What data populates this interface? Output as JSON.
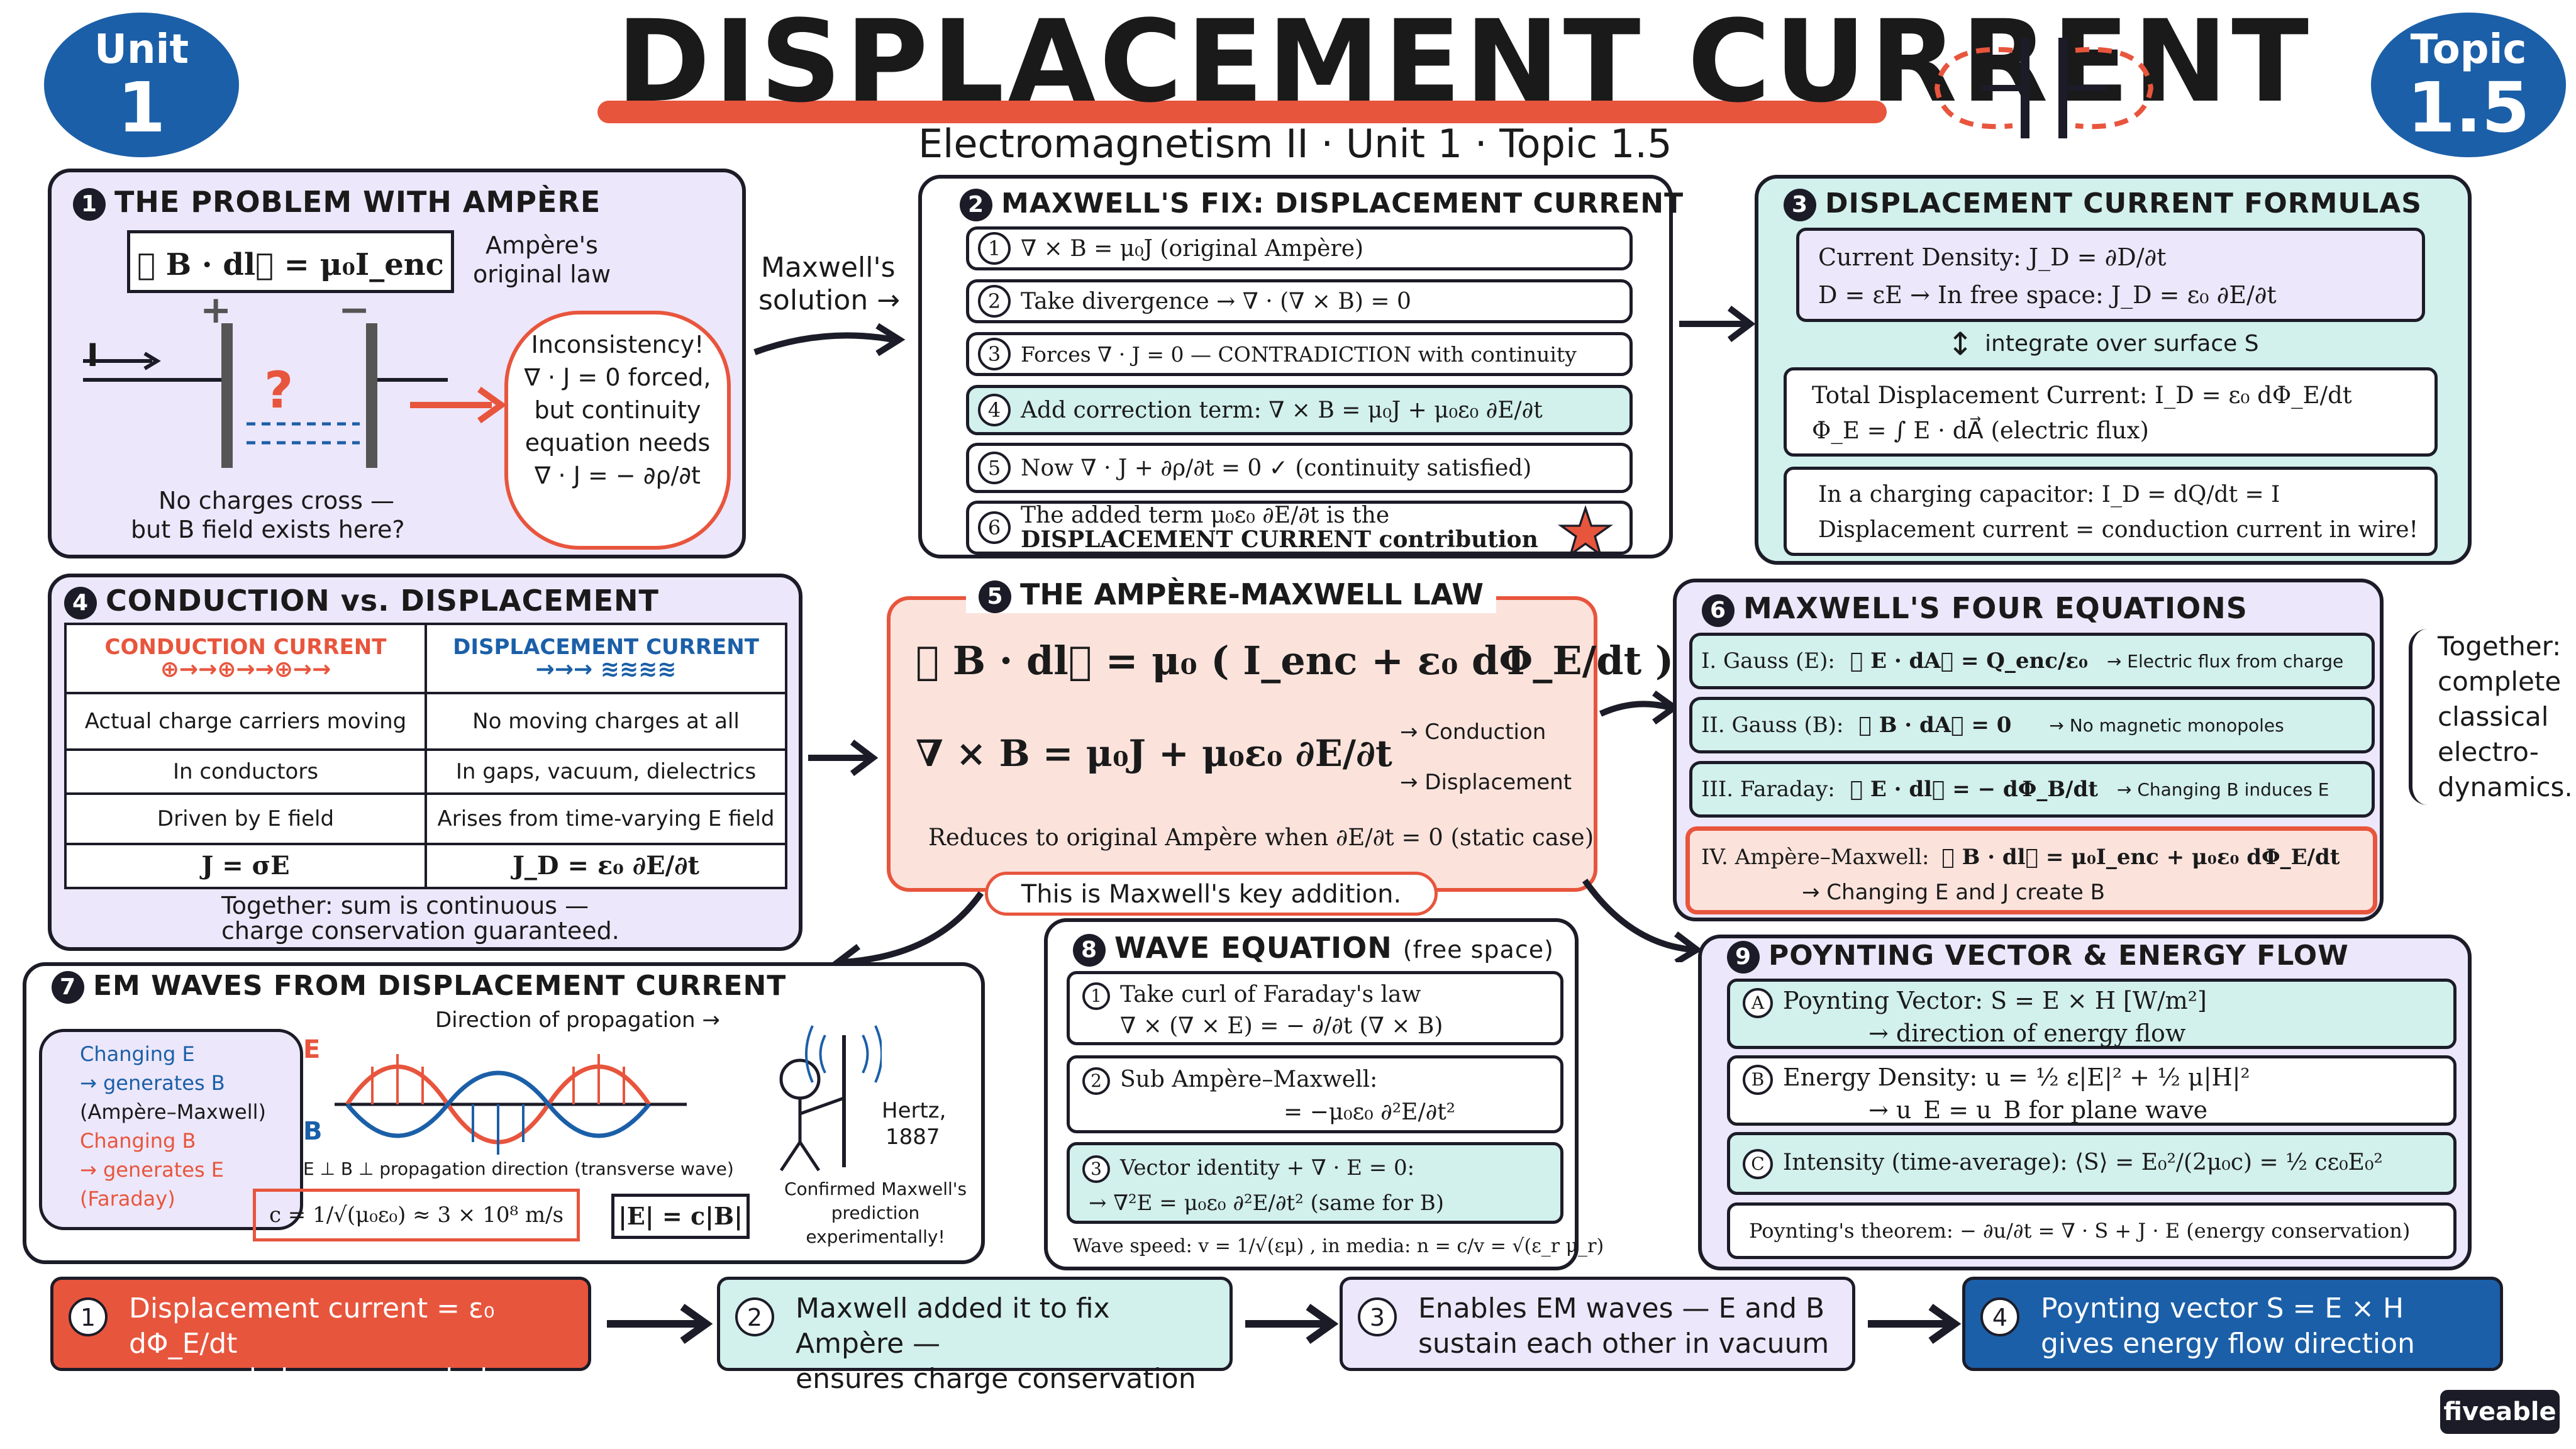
{
  "header": {
    "title": "DISPLACEMENT CURRENT",
    "subtitle": "Electromagnetism II · Unit 1 · Topic 1.5",
    "unit_badge": {
      "label": "Unit",
      "value": "1"
    },
    "topic_badge": {
      "label": "Topic",
      "value": "1.5"
    }
  },
  "colors": {
    "accent_red": "#e8553d",
    "brand_blue": "#1b5fa8",
    "purple_panel": "#ece7fa",
    "teal_panel": "#d2f0ec",
    "salmon_panel": "#fbe3dc"
  },
  "panel1": {
    "number": "1",
    "title": "THE PROBLEM WITH AMPÈRE",
    "law": "∮ B · dl⃗ = μ₀I_enc",
    "law_label_1": "Ampère's",
    "law_label_2": "original law",
    "current_label": "I",
    "plus": "+",
    "minus": "−",
    "question": "?",
    "caption_1": "No charges cross —",
    "caption_2": "but B field exists here?",
    "cloud": [
      "Inconsistency!",
      "∇ · J = 0 forced,",
      "but continuity",
      "equation needs",
      "∇ · J = − ∂ρ/∂t"
    ]
  },
  "connector_1_2": [
    "Maxwell's",
    "solution →"
  ],
  "panel2": {
    "number": "2",
    "title": "MAXWELL'S FIX: DISPLACEMENT CURRENT",
    "steps": [
      {
        "n": "1",
        "text": "∇ × B = μ₀J   (original Ampère)"
      },
      {
        "n": "2",
        "text": "Take divergence  →  ∇ · (∇ × B) = 0"
      },
      {
        "n": "3",
        "text": "Forces  ∇ · J = 0  —  CONTRADICTION with continuity"
      },
      {
        "n": "4",
        "text": "Add correction term:   ∇ × B = μ₀J + μ₀ε₀ ∂E/∂t"
      },
      {
        "n": "5",
        "text": "Now  ∇ · J + ∂ρ/∂t = 0  ✓  (continuity satisfied)"
      },
      {
        "n": "6",
        "text_1": "The added term  μ₀ε₀ ∂E/∂t  is the",
        "text_2": "DISPLACEMENT CURRENT contribution"
      }
    ]
  },
  "panel3": {
    "number": "3",
    "title": "DISPLACEMENT CURRENT FORMULAS",
    "density_1": "Current Density:   J_D = ∂D/∂t",
    "density_2": "D = εE  →  In free space:  J_D = ε₀ ∂E/∂t",
    "integrate": "integrate over surface S",
    "total_1": "Total Displacement Current:   I_D = ε₀ dΦ_E/dt",
    "total_2": "Φ_E = ∫ E · dA⃗   (electric flux)",
    "cap_1": "In a charging capacitor:   I_D = dQ/dt = I",
    "cap_2": "Displacement current = conduction current in wire!"
  },
  "panel4": {
    "number": "4",
    "title": "CONDUCTION vs. DISPLACEMENT",
    "col_left": "CONDUCTION CURRENT",
    "col_right": "DISPLACEMENT CURRENT",
    "rows": [
      [
        "Actual charge carriers moving",
        "No moving charges at all"
      ],
      [
        "In conductors",
        "In gaps, vacuum, dielectrics"
      ],
      [
        "Driven by E field",
        "Arises from time-varying E field"
      ],
      [
        "J = σE",
        "J_D = ε₀ ∂E/∂t"
      ]
    ],
    "footer_1": "Together: sum is continuous —",
    "footer_2": "charge conservation guaranteed."
  },
  "panel5": {
    "number": "5",
    "title": "THE AMPÈRE-MAXWELL LAW",
    "integral": "∮ B · dl⃗ = μ₀ ( I_enc + ε₀ dΦ_E/dt )",
    "differential": "∇ × B = μ₀J + μ₀ε₀ ∂E/∂t",
    "brace_1": "→ Conduction",
    "brace_2": "→ Displacement",
    "reduces": "Reduces to original Ampère when  ∂E/∂t = 0  (static case)",
    "key": "This is Maxwell's key addition."
  },
  "panel6": {
    "number": "6",
    "title": "MAXWELL'S FOUR EQUATIONS",
    "eqs": [
      {
        "label": "I. Gauss (E):",
        "eq": "∮ E · dA⃗ = Q_enc/ε₀",
        "note": "→ Electric flux from charge"
      },
      {
        "label": "II. Gauss (B):",
        "eq": "∮ B · dA⃗ = 0",
        "note": "→ No magnetic monopoles"
      },
      {
        "label": "III. Faraday:",
        "eq": "∮ E · dl⃗ = − dΦ_B/dt",
        "note": "→ Changing B induces E"
      },
      {
        "label": "IV. Ampère–Maxwell:",
        "eq": "∮ B · dl⃗ = μ₀I_enc + μ₀ε₀ dΦ_E/dt",
        "note": "→ Changing E and J create B"
      }
    ],
    "side": [
      "Together:",
      "complete",
      "classical",
      "electro-",
      "dynamics."
    ]
  },
  "panel7": {
    "number": "7",
    "title": "EM WAVES FROM DISPLACEMENT CURRENT",
    "loop": [
      "Changing E",
      "→ generates B",
      "(Ampère–Maxwell)",
      "Changing B",
      "→ generates E",
      "(Faraday)"
    ],
    "direction": "Direction of propagation  →",
    "e_label": "E",
    "b_label": "B",
    "perp": "E ⊥ B ⊥ propagation direction (transverse wave)",
    "c_formula": "c = 1/√(μ₀ε₀) ≈ 3 × 10⁸ m/s",
    "ratio": "|E| = c|B|",
    "hertz_1": "Hertz,",
    "hertz_2": "1887",
    "confirm": [
      "Confirmed Maxwell's",
      "prediction",
      "experimentally!"
    ]
  },
  "panel8": {
    "number": "8",
    "title": "WAVE EQUATION",
    "title_note": "(free space)",
    "s1_1": "Take curl of Faraday's law",
    "s1_2": "∇ × (∇ × E) = − ∂/∂t (∇ × B)",
    "s2_1": "Sub Ampère–Maxwell:",
    "s2_2": "= −μ₀ε₀ ∂²E/∂t²",
    "s3_1": "Vector identity + ∇ · E = 0:",
    "s3_2": "→  ∇²E = μ₀ε₀ ∂²E/∂t²     (same for B)",
    "speed": "Wave speed:  v = 1/√(εμ) ,  in media:  n = c/v = √(ε_r μ_r)"
  },
  "panel9": {
    "number": "9",
    "title": "POYNTING VECTOR & ENERGY FLOW",
    "a_1": "Poynting Vector:   S = E × H     [W/m²]",
    "a_2": "→ direction of energy flow",
    "b_1": "Energy Density:  u = ½ ε|E|² + ½ μ|H|²",
    "b_2": "→  u_E = u_B  for plane wave",
    "c_1": "Intensity (time-average):  ⟨S⟩ = E₀²/(2μ₀c) = ½ cε₀E₀²",
    "theorem": "Poynting's theorem:   − ∂u/∂t = ∇ · S + J · E     (energy conservation)"
  },
  "summary": [
    {
      "n": "1",
      "l1": "Displacement current = ε₀ dΦ_E/dt",
      "l2": "→ no real charges needed"
    },
    {
      "n": "2",
      "l1": "Maxwell added it to fix Ampère —",
      "l2": "ensures charge conservation"
    },
    {
      "n": "3",
      "l1": "Enables EM waves — E and B",
      "l2": "sustain each other in vacuum"
    },
    {
      "n": "4",
      "l1": "Poynting vector  S = E × H",
      "l2": "gives energy flow direction"
    }
  ],
  "brand": "fiveable"
}
